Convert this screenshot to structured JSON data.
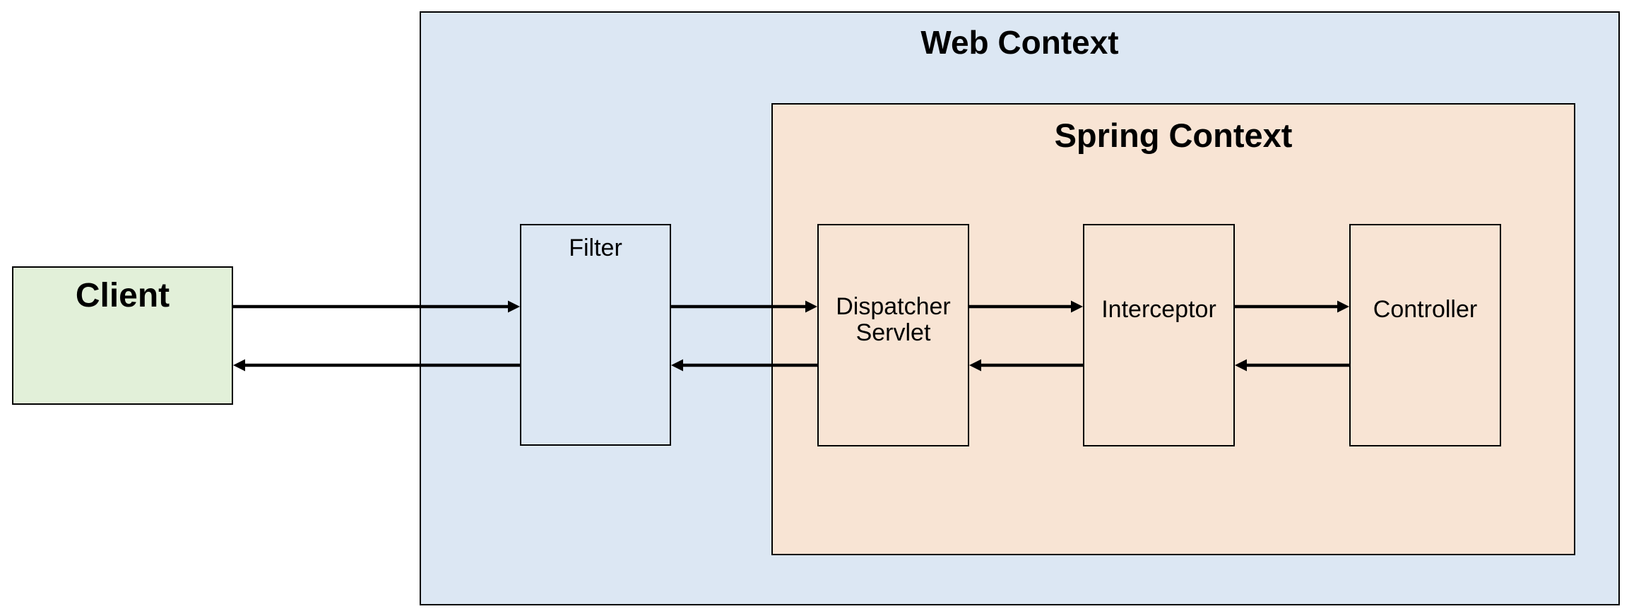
{
  "diagram_type": "flow-diagram",
  "containers": {
    "web_context": {
      "label": "Web Context"
    },
    "spring_context": {
      "label": "Spring Context"
    }
  },
  "nodes": {
    "client": {
      "label": "Client"
    },
    "filter": {
      "label": "Filter"
    },
    "dispatcher_servlet": {
      "label": "Dispatcher\nServlet"
    },
    "interceptor": {
      "label": "Interceptor"
    },
    "controller": {
      "label": "Controller"
    }
  },
  "arrows": [
    {
      "from": "client",
      "to": "filter",
      "direction": "request"
    },
    {
      "from": "filter",
      "to": "dispatcher_servlet",
      "direction": "request"
    },
    {
      "from": "dispatcher_servlet",
      "to": "interceptor",
      "direction": "request"
    },
    {
      "from": "interceptor",
      "to": "controller",
      "direction": "request"
    },
    {
      "from": "controller",
      "to": "interceptor",
      "direction": "response"
    },
    {
      "from": "interceptor",
      "to": "dispatcher_servlet",
      "direction": "response"
    },
    {
      "from": "dispatcher_servlet",
      "to": "filter",
      "direction": "response"
    },
    {
      "from": "filter",
      "to": "client",
      "direction": "response"
    }
  ],
  "colors": {
    "canvas_bg": "#ffffff",
    "client_fill": "#e2f0d9",
    "web_context_fill": "#dce7f3",
    "spring_context_fill": "#f8e4d4",
    "border": "#000000",
    "arrow": "#000000"
  }
}
